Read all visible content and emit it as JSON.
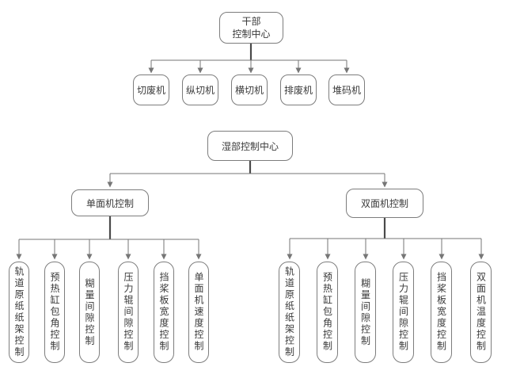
{
  "diagram": {
    "colors": {
      "background": "#ffffff",
      "box_border": "#7d7d7d",
      "connector": "#767676",
      "trunk": "#4a4a4a",
      "text": "#3a3a3a"
    },
    "dry_section": {
      "root": {
        "line1": "干部",
        "line2": "控制中心"
      },
      "children": [
        {
          "label": "切废机"
        },
        {
          "label": "纵切机"
        },
        {
          "label": "横切机"
        },
        {
          "label": "排废机"
        },
        {
          "label": "堆码机"
        }
      ]
    },
    "wet_section": {
      "root": {
        "label": "湿部控制中心"
      },
      "branches": [
        {
          "label": "单面机控制",
          "children": [
            {
              "label": "轨道原纸纸架控制"
            },
            {
              "label": "预热缸包角控制"
            },
            {
              "label": "糊量间隙控制"
            },
            {
              "label": "压力辊间隙控制"
            },
            {
              "label": "挡桨板宽度控制"
            },
            {
              "label": "单面机速度控制"
            }
          ]
        },
        {
          "label": "双面机控制",
          "children": [
            {
              "label": "轨道原纸纸架控制"
            },
            {
              "label": "预热缸包角控制"
            },
            {
              "label": "糊量间隙控制"
            },
            {
              "label": "压力辊间隙控制"
            },
            {
              "label": "挡桨板宽度控制"
            },
            {
              "label": "双面机温度控制"
            }
          ]
        }
      ]
    }
  }
}
